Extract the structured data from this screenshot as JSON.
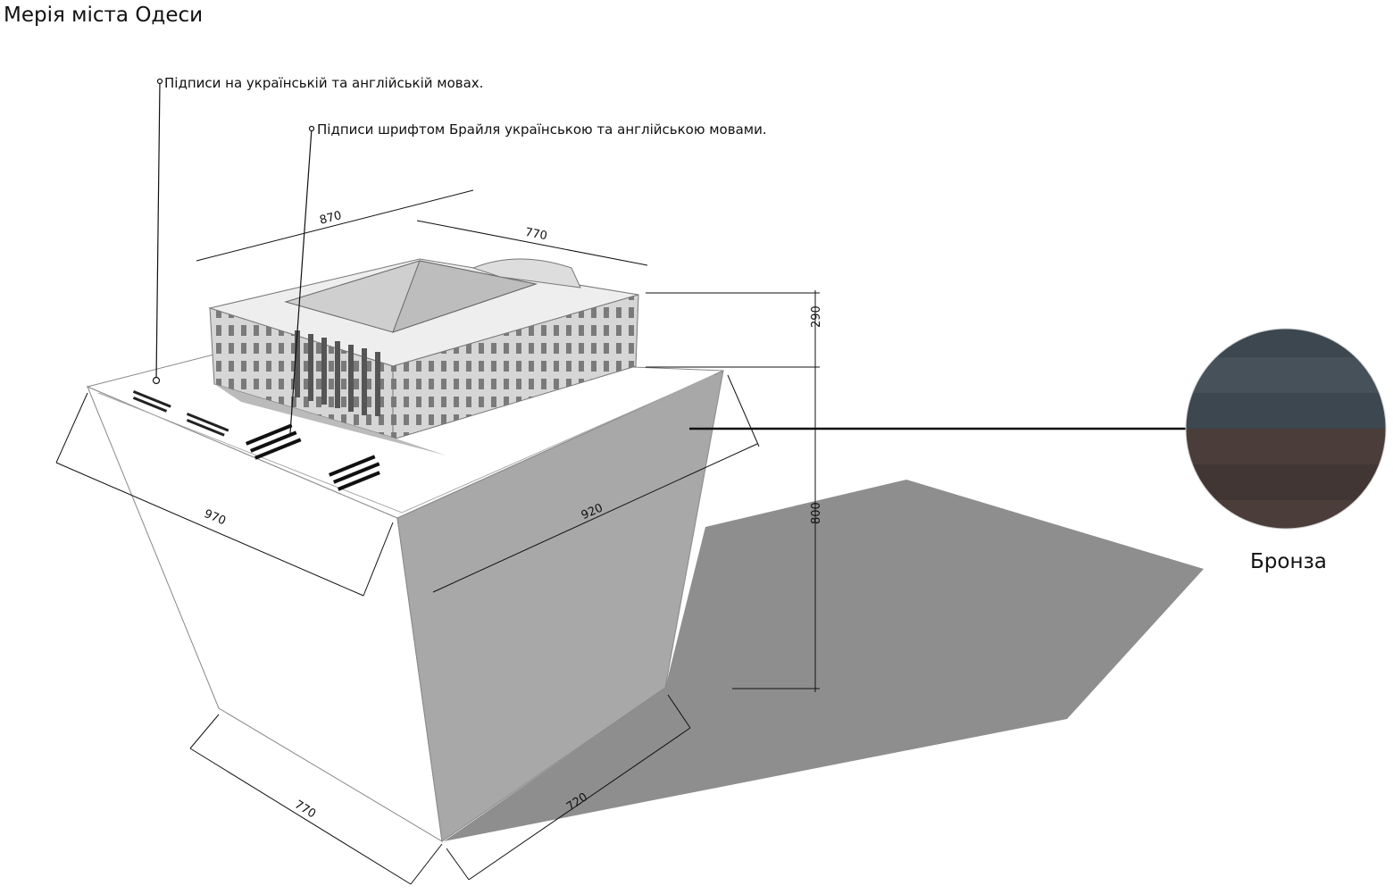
{
  "title": "Мерія міста Одеси",
  "notes": {
    "languages": "Підписи на українській та англійській мовах.",
    "braille": "Підписи шрифтом Брайля українською та англійською мовами."
  },
  "dimensions": {
    "top_length": "870",
    "top_width": "770",
    "model_height": "290",
    "pedestal_height": "800",
    "top_face_length": "970",
    "top_face_width": "920",
    "bottom_length": "770",
    "bottom_width": "720"
  },
  "material": {
    "label": "Бронза",
    "colors": {
      "top": "#3c4750",
      "bottom": "#4a3d3a"
    }
  }
}
